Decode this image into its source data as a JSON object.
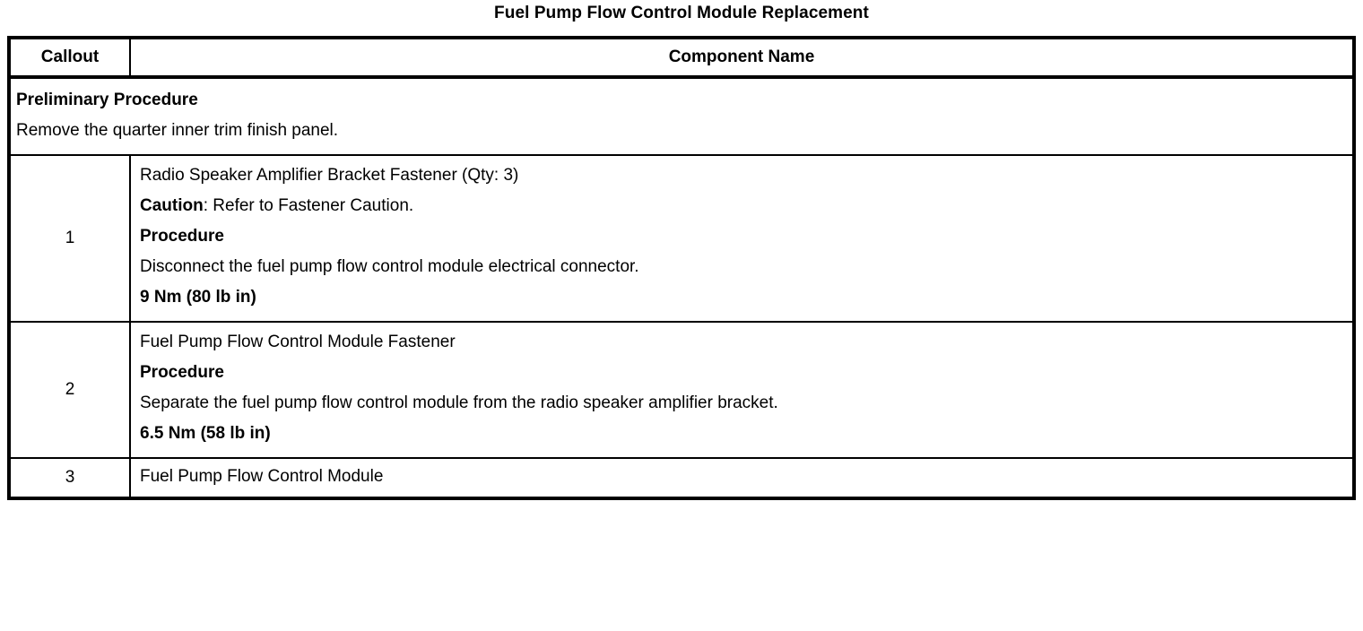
{
  "document": {
    "title": "Fuel Pump Flow Control Module Replacement"
  },
  "table": {
    "headers": {
      "callout": "Callout",
      "component_name": "Component Name"
    },
    "preliminary": {
      "heading": "Preliminary Procedure",
      "text": "Remove the quarter inner trim finish panel."
    },
    "rows": [
      {
        "callout": "1",
        "name": "Radio Speaker Amplifier Bracket Fastener (Qty: 3)",
        "caution_label": "Caution",
        "caution_text": ": Refer to Fastener Caution.",
        "procedure_heading": "Procedure",
        "procedure_text": "Disconnect the fuel pump flow control module electrical connector.",
        "torque": "9 Nm (80 lb in)"
      },
      {
        "callout": "2",
        "name": "Fuel Pump Flow Control Module Fastener",
        "procedure_heading": "Procedure",
        "procedure_text": "Separate the fuel pump flow control module from the radio speaker amplifier bracket.",
        "torque": "6.5 Nm (58 lb in)"
      },
      {
        "callout": "3",
        "name": "Fuel Pump Flow Control Module"
      }
    ]
  }
}
